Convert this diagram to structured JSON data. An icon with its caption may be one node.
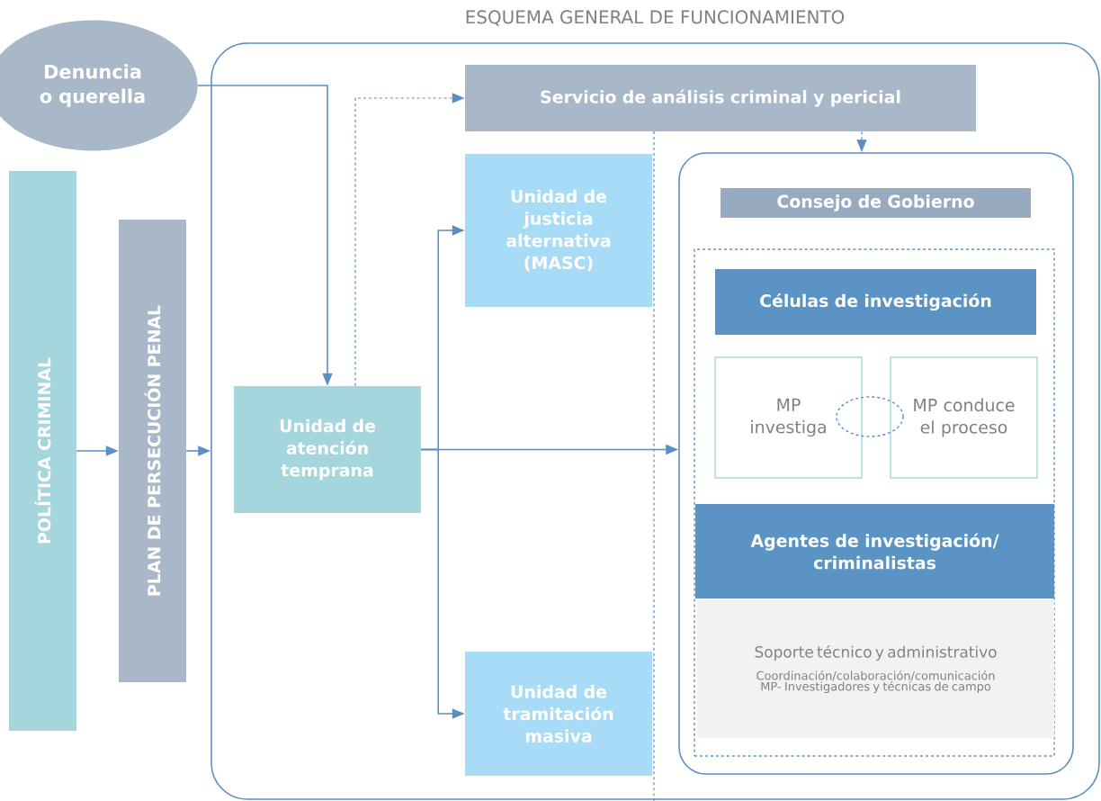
{
  "diagram": {
    "title": "ESQUEMA GENERAL DE FUNCIONAMIENTO",
    "nodes": [
      {
        "text": [
          "Denuncia o querella"
        ]
      },
      {
        "text": [
          "POLÍTICA CRIMINAL"
        ]
      },
      {
        "text": [
          "PLAN DE PERSECUCIÓN PENAL"
        ]
      },
      {
        "text": [],
        "shape": "box"
      },
      {
        "text": [
          "Servicio de análisis criminal y pericial"
        ],
        "in": 3
      },
      {
        "text": [
          "Unidad de justicia alternativa (MASC)"
        ],
        "in": 3
      },
      {
        "text": [
          "Unidad de atención temprana"
        ],
        "in": 3
      },
      {
        "text": [
          "Unidad de tramitación masiva"
        ],
        "in": 3
      },
      {
        "text": [],
        "shape": "box",
        "in": 3
      },
      {
        "text": [
          "Consejo de Gobierno"
        ],
        "in": 8
      },
      {
        "text": [],
        "shape": "box",
        "in": 8
      },
      {
        "text": [
          "Células de investigación"
        ],
        "in": 10
      },
      {
        "text": [
          "MP investiga"
        ],
        "in": 10
      },
      {
        "text": [
          "MP conduce el proceso"
        ],
        "in": 10
      },
      {
        "text": [
          "Agentes de investigación/ criminalistas"
        ],
        "in": 10
      },
      {
        "text": [
          "Soporte técnico y administrativo",
          "Coordinación/colaboración/comunicación MP- Investigadores y técnicas de campo"
        ],
        "in": 10
      },
      {
        "text": [],
        "shape": "ellipse",
        "in": 10
      }
    ],
    "edges": [
      {
        "from": 0,
        "to": 6,
        "arrow": "to"
      },
      {
        "from": 1,
        "to": 2,
        "arrow": "to"
      },
      {
        "from": 2,
        "to": 3,
        "arrow": "to"
      },
      {
        "from": 6,
        "to": 4,
        "arrow": "to",
        "style": "dashed"
      },
      {
        "from": 6,
        "to": 5,
        "arrow": "to"
      },
      {
        "from": 6,
        "to": 7,
        "arrow": "to"
      },
      {
        "from": 6,
        "to": 8,
        "arrow": "to"
      },
      {
        "from": 4,
        "to": 8,
        "arrow": "to",
        "style": "dashed"
      }
    ]
  }
}
